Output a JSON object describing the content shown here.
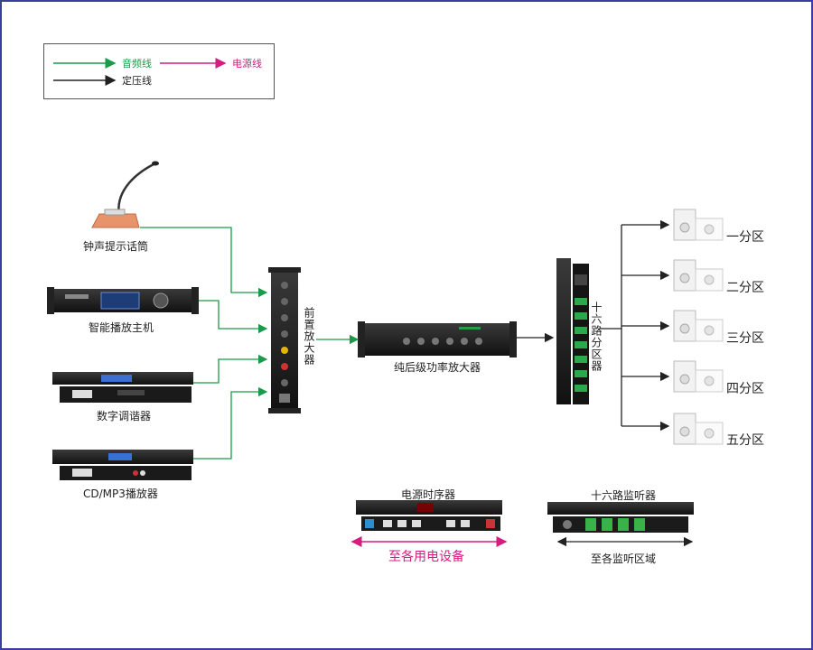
{
  "colors": {
    "audio": "#1a9a4a",
    "power": "#d81b7f",
    "constant_voltage": "#222222",
    "border": "#3a3f9e"
  },
  "legend": {
    "audio_line": "音频线",
    "power_line": "电源线",
    "constant_voltage_line": "定压线"
  },
  "sources": [
    {
      "label": "钟声提示话筒",
      "icon": "gooseneck-microphone-icon"
    },
    {
      "label": "智能播放主机",
      "icon": "media-player-rack-icon"
    },
    {
      "label": "数字调谐器",
      "icon": "tuner-rack-icon"
    },
    {
      "label": "CD/MP3播放器",
      "icon": "cd-player-rack-icon"
    }
  ],
  "preamp": {
    "label": "前置放大器",
    "icon": "preamplifier-rack-icon"
  },
  "power_amp": {
    "label": "纯后级功率放大器",
    "icon": "power-amplifier-icon"
  },
  "zone_divider": {
    "label": "十六路分区器",
    "icon": "zone-divider-rack-icon"
  },
  "zones": [
    {
      "label": "一分区",
      "icon": "wall-speaker-icon"
    },
    {
      "label": "二分区",
      "icon": "wall-speaker-icon"
    },
    {
      "label": "三分区",
      "icon": "wall-speaker-icon"
    },
    {
      "label": "四分区",
      "icon": "wall-speaker-icon"
    },
    {
      "label": "五分区",
      "icon": "wall-speaker-icon"
    }
  ],
  "sequencer": {
    "label": "电源时序器",
    "caption": "至各用电设备",
    "icon": "power-sequencer-icon"
  },
  "monitor": {
    "label": "十六路监听器",
    "caption": "至各监听区域",
    "icon": "monitor-rack-icon"
  }
}
